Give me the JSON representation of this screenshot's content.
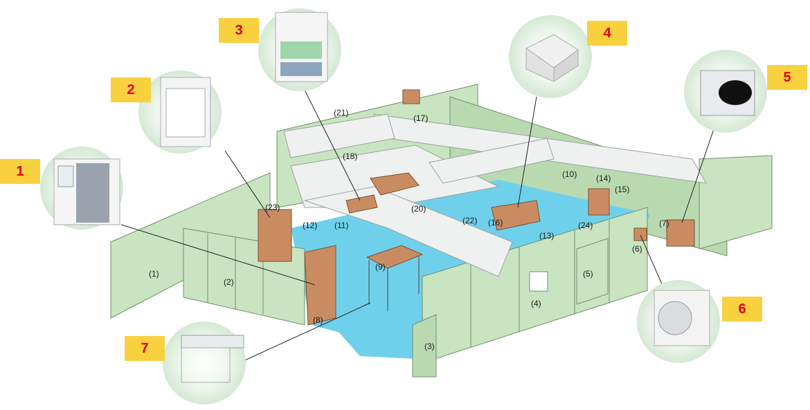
{
  "badges": [
    "1",
    "2",
    "3",
    "4",
    "5",
    "6",
    "7"
  ],
  "labels": {
    "l1": "(1)",
    "l2": "(2)",
    "l3": "(3)",
    "l4": "(4)",
    "l5": "(5)",
    "l6": "(6)",
    "l7": "(7)",
    "l8": "(8)",
    "l9": "(9)",
    "l10": "(10)",
    "l11": "(11)",
    "l12": "(12)",
    "l13": "(13)",
    "l14": "(14)",
    "l15": "(15)",
    "l16": "(16)",
    "l17": "(17)",
    "l18": "(18)",
    "l20": "(20)",
    "l21": "(21)",
    "l22": "(22)",
    "l23": "(23)",
    "l24": "(24)"
  },
  "colors": {
    "wall": "#c8e4c0",
    "wall_edge": "#6f8f6a",
    "floor": "#6fd0ec",
    "duct": "#eef1ef",
    "box": "#c98c62",
    "badge": "#f9d13f",
    "badge_text": "#e10000"
  }
}
